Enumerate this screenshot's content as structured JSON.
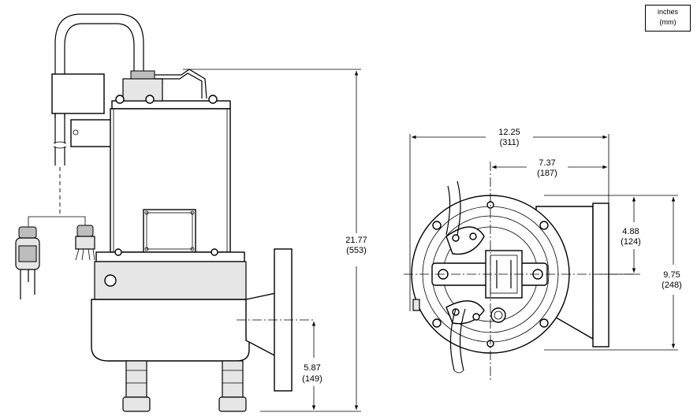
{
  "units_legend": {
    "line1": "inches",
    "line2": "(mm)"
  },
  "side_view": {
    "height_dim": {
      "inches": "21.77",
      "mm": "(553)"
    },
    "discharge_dim": {
      "inches": "5.87",
      "mm": "(149)"
    }
  },
  "top_view": {
    "width_dim": {
      "inches": "12.25",
      "mm": "(311)"
    },
    "offset_dim": {
      "inches": "7.37",
      "mm": "(187)"
    },
    "half_depth_dim": {
      "inches": "4.88",
      "mm": "(124)"
    },
    "depth_dim": {
      "inches": "9.75",
      "mm": "(248)"
    }
  }
}
